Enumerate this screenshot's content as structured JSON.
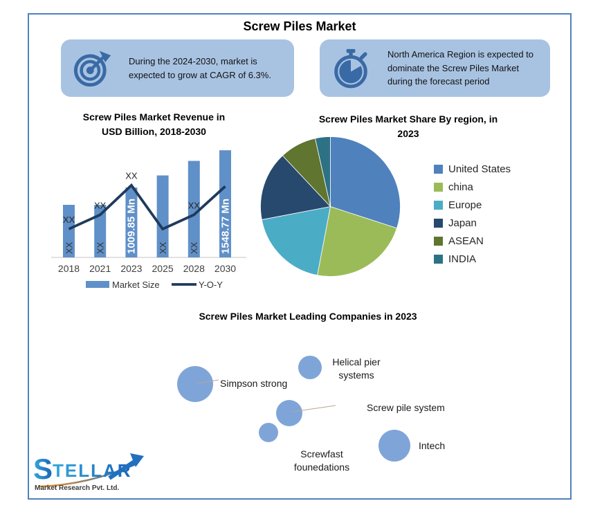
{
  "header": {
    "title": "Screw Piles Market"
  },
  "callouts": [
    {
      "icon": "target-dart-icon",
      "text": "During the 2024-2030, market is expected to grow at CAGR of 6.3%."
    },
    {
      "icon": "stopwatch-icon",
      "text": "North America Region is expected to dominate the Screw Piles Market during the forecast period"
    }
  ],
  "colors": {
    "frame_border": "#4f81bd",
    "callout_bg": "#a8c3e2",
    "callout_icon": "#3a6aa5",
    "bar_fill": "#6090c8",
    "yoy_line": "#1f3a5c",
    "bubble_fill": "#7fa5d8",
    "axis_text": "#3f3f3f"
  },
  "chart_data": [
    {
      "type": "bar",
      "title": "Screw Piles Market Revenue in USD Billion, 2018-2030",
      "title_lines": [
        "Screw Piles Market Revenue in",
        "USD Billion, 2018-2030"
      ],
      "categories": [
        "2018",
        "2021",
        "2023",
        "2025",
        "2028",
        "2030"
      ],
      "ylim": [
        0,
        1600
      ],
      "grid": false,
      "legend": [
        "Market Size",
        "Y-O-Y"
      ],
      "series": [
        {
          "name": "Market Size",
          "type": "bar",
          "unit": "Mn",
          "values": [
            760,
            760,
            1009.85,
            1185,
            1395,
            1548.77
          ],
          "bar_labels": [
            "XX",
            "XX",
            "1009.85 Mn",
            "XX",
            "XX",
            "1548.77 Mn"
          ]
        },
        {
          "name": "Y-O-Y",
          "type": "line",
          "values_pct_of_plot": [
            26,
            39,
            66,
            26,
            39,
            65
          ],
          "point_labels": [
            "XX",
            "XX",
            "XX",
            "",
            "XX",
            ""
          ]
        }
      ]
    },
    {
      "type": "pie",
      "title": "Screw Piles Market Share By region, in 2023",
      "title_lines": [
        "Screw Piles Market Share By region, in",
        "2023"
      ],
      "labels": [
        "United States",
        "china",
        "Europe",
        "Japan",
        "ASEAN",
        "INDIA"
      ],
      "values": [
        30,
        23,
        19,
        16,
        8.5,
        3.5
      ],
      "colors": [
        "#4f81bd",
        "#9bbb59",
        "#4bacc6",
        "#27496d",
        "#5f7530",
        "#2d7185"
      ],
      "legend_position": "right"
    },
    {
      "type": "bubble",
      "title": "Screw Piles Market Leading Companies in 2023",
      "points": [
        {
          "label": "Simpson strong",
          "x": 87,
          "y": 93,
          "r": 26,
          "label_lines": [
            "Simpson strong"
          ],
          "label_x": 123,
          "label_y": 97,
          "anchor": "start",
          "leader": [
            90,
            92,
            121,
            87
          ]
        },
        {
          "label": "Helical pier systems",
          "x": 253,
          "y": 69,
          "r": 17,
          "label_lines": [
            "Helical pier",
            "systems"
          ],
          "label_x": 320,
          "label_y": 66,
          "anchor": "middle"
        },
        {
          "label": "Screw pile system",
          "x": 223,
          "y": 135,
          "r": 19,
          "label_lines": [
            "Screw pile system"
          ],
          "label_x": 335,
          "label_y": 132,
          "anchor": "start",
          "leader": [
            228,
            133,
            290,
            124
          ]
        },
        {
          "label": "Screwfast founedations",
          "x": 193,
          "y": 163,
          "r": 14,
          "label_lines": [
            "Screwfast",
            "founedations"
          ],
          "label_x": 270,
          "label_y": 199,
          "anchor": "middle"
        },
        {
          "label": "Intech",
          "x": 375,
          "y": 182,
          "r": 23,
          "label_lines": [
            "Intech"
          ],
          "label_x": 410,
          "label_y": 187,
          "anchor": "start"
        }
      ]
    }
  ],
  "logo": {
    "brand": "STELLAR",
    "subtitle": "Market Research Pvt. Ltd."
  }
}
